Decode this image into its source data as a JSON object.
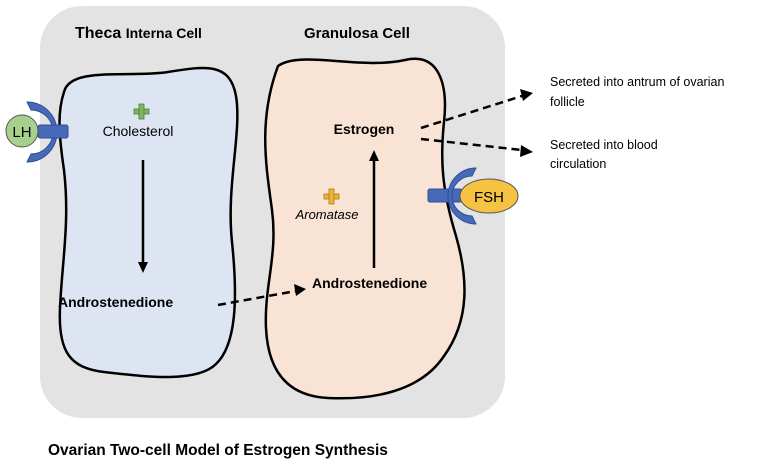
{
  "theca": {
    "title_part1": "Theca",
    "title_part2": "Interna Cell",
    "cholesterol": "Cholesterol",
    "androstenedione": "Androstenedione"
  },
  "granulosa": {
    "title": "Granulosa Cell",
    "estrogen": "Estrogen",
    "aromatase": "Aromatase",
    "androstenedione": "Androstenedione"
  },
  "hormones": {
    "lh": "LH",
    "fsh": "FSH"
  },
  "outputs": {
    "antrum_line1": "Secreted into antrum of ovarian",
    "antrum_line2": "follicle",
    "blood_line1": "Secreted into blood",
    "blood_line2": "circulation"
  },
  "caption": "Ovarian Two-cell Model of Estrogen Synthesis",
  "colors": {
    "background_box": "#e3e3e3",
    "theca_fill": "#dde5f3",
    "granulosa_fill": "#f9e3d4",
    "receptor": "#4669b8",
    "lh_fill": "#a8d08d",
    "fsh_fill": "#f5c242",
    "plus_green": "#7fb563",
    "plus_yellow": "#e8b53a"
  }
}
